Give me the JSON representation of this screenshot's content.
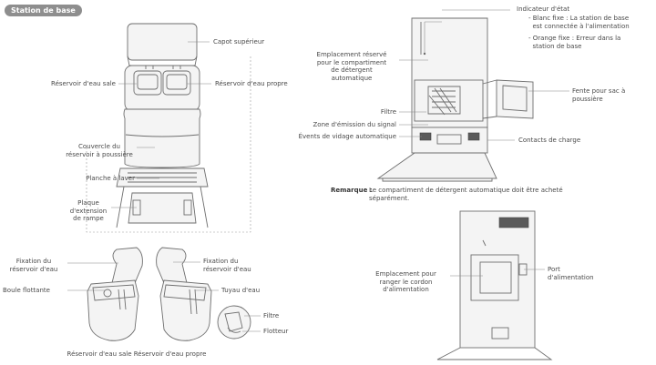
{
  "title": "Station de base",
  "labels": {
    "capot": "Capot supérieur",
    "res_sale": "Réservoir d'eau sale",
    "res_propre": "Réservoir d'eau propre",
    "couvercle": "Couvercle du\nréservoir à poussière",
    "planche": "Planche à laver",
    "plaque": "Plaque\nd'extension\nde rampe",
    "fix_sale": "Fixation du\nréservoir d'eau",
    "fix_propre": "Fixation du\nréservoir d'eau",
    "boule": "Boule flottante",
    "tuyau": "Tuyau d'eau",
    "filtre_res": "Filtre",
    "flotteur": "Flotteur",
    "caption_res": "Réservoir d'eau sale Réservoir d'eau propre",
    "indicateur": "Indicateur d'état",
    "blanc": "- Blanc fixe : La station de base\n  est connectée à l'alimentation",
    "orange": "- Orange fixe : Erreur dans la\n  station de base",
    "emplacement_det": "Emplacement réservé\npour le compartiment\nde détergent\nautomatique",
    "filtre": "Filtre",
    "sac": "Fente pour sac à\npoussière",
    "zone_signal": "Zone d'émission du signal",
    "events": "Évents de vidage automatique",
    "contacts": "Contacts de charge",
    "remarque_label": "Remarque :",
    "remarque": "Le compartiment de détergent automatique doit être acheté\nséparément.",
    "emplacement_cordon": "Emplacement pour\nranger le cordon\nd'alimentation",
    "port": "Port\nd'alimentation"
  },
  "colors": {
    "badge": "#8e8e8e",
    "line": "#6e6e6e",
    "text": "#4a4a4a"
  }
}
